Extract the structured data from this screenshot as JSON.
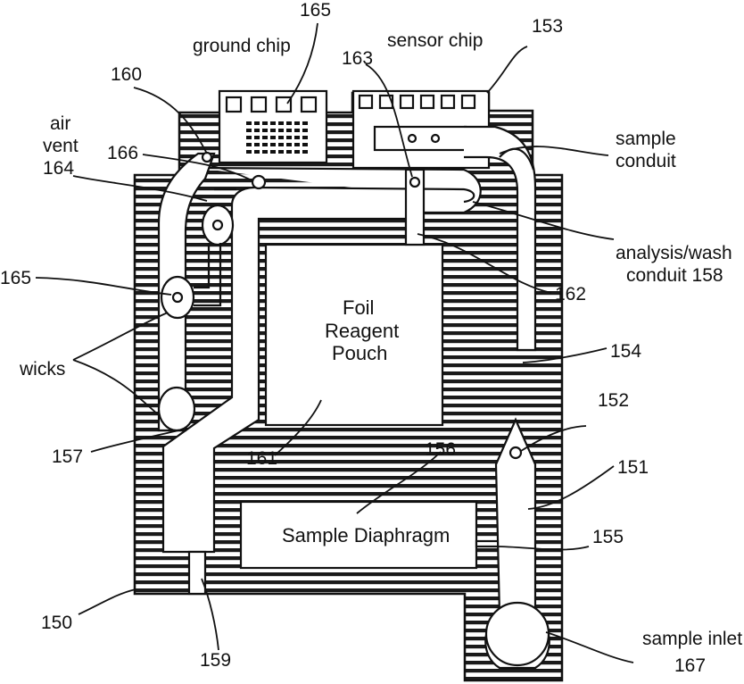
{
  "labels": {
    "ground_chip": "ground chip",
    "sensor_chip": "sensor chip",
    "air_vent_1": "air",
    "air_vent_2": "vent",
    "sample_conduit_1": "sample",
    "sample_conduit_2": "conduit",
    "analysis_wash_1": "analysis/wash",
    "analysis_wash_2": "conduit 158",
    "wicks": "wicks",
    "foil_1": "Foil",
    "foil_2": "Reagent",
    "foil_3": "Pouch",
    "sample_diaphragm": "Sample Diaphragm",
    "sample_inlet": "sample inlet"
  },
  "refs": {
    "r165_top": "165",
    "r153": "153",
    "r163": "163",
    "r160": "160",
    "r164": "164",
    "r166": "166",
    "r165_left": "165",
    "r162": "162",
    "r154": "154",
    "r152": "152",
    "r157": "157",
    "r161": "161",
    "r156": "156",
    "r151": "151",
    "r155": "155",
    "r150": "150",
    "r159": "159",
    "r167": "167"
  }
}
